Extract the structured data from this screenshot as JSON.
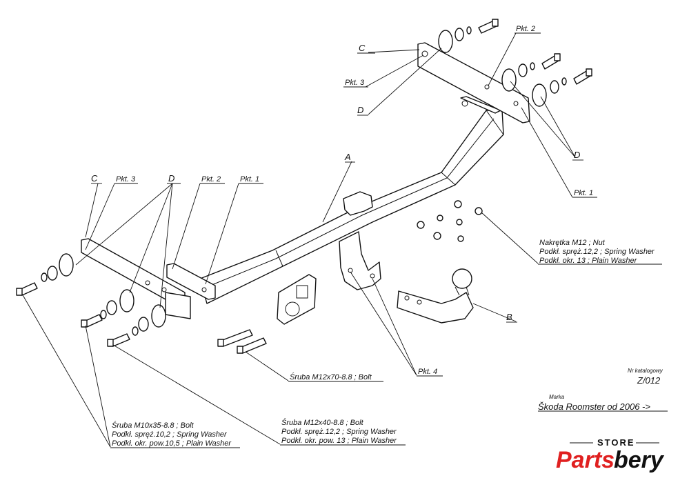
{
  "labels": {
    "A": "A",
    "B": "B",
    "C": "C",
    "D": "D",
    "pkt1": "Pkt. 1",
    "pkt2": "Pkt. 2",
    "pkt3": "Pkt. 3",
    "pkt4": "Pkt. 4"
  },
  "notes": {
    "nut": [
      "Nakrętka  M12 ; Nut",
      "Podkł. spręż.12,2 ; Spring Washer",
      "Podkł. okr. 13 ; Plain Washer"
    ],
    "bolt70": "Śruba M12x70-8.8 ;  Bolt",
    "bolt35": [
      "Śruba M10x35-8.8 ;  Bolt",
      "Podkł. spręż.10,2 ; Spring Washer",
      "Podkł. okr. pow.10,5 ; Plain Washer"
    ],
    "bolt40": [
      "Śruba M12x40-8.8 ;  Bolt",
      "Podkł. spręż.12,2 ; Spring Washer",
      "Podkł. okr. pow. 13 ; Plain Washer"
    ]
  },
  "catalog": {
    "label": "Nr katalogowy",
    "number": "Z/012",
    "brand_label": "Marka",
    "model": "Škoda Roomster    od  2006 ->"
  },
  "watermark": {
    "store": "STORE",
    "part1": "Parts",
    "part2": "bery",
    "accent": "#e02020"
  }
}
